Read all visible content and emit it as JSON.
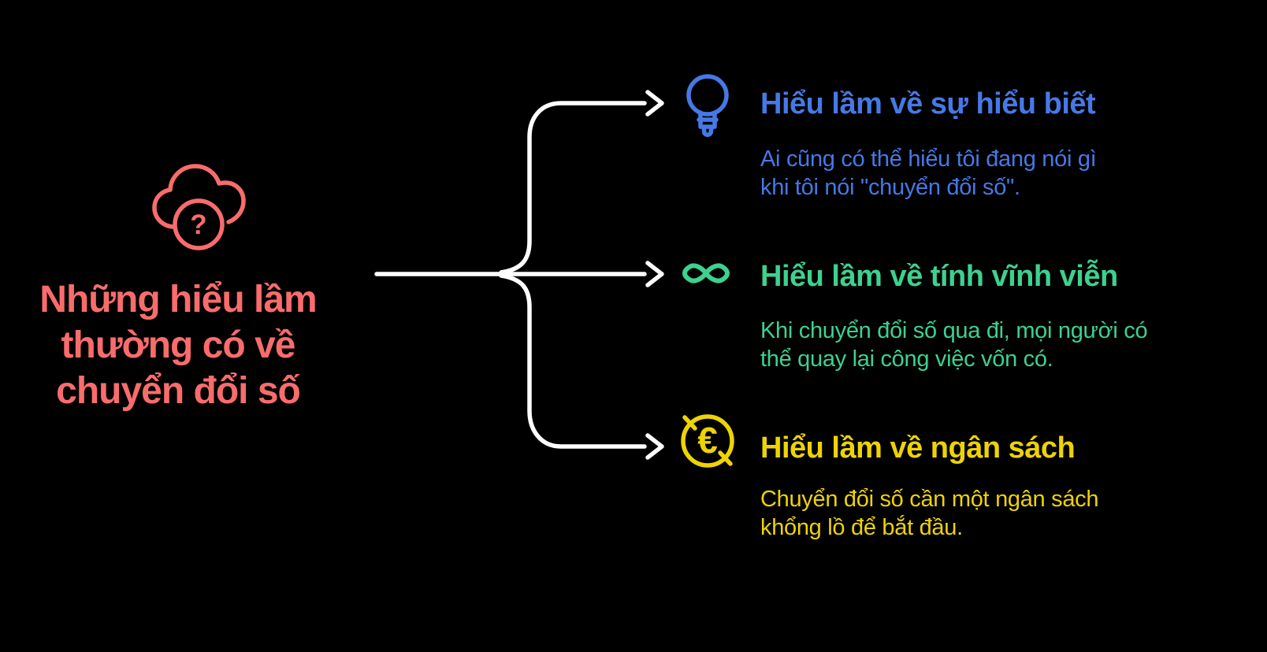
{
  "diagram": {
    "type": "mind-map",
    "background_color": "#000000",
    "connector_color": "#FFFFFF",
    "center": {
      "icon": "cloud-question-icon",
      "question_mark": "?",
      "color": "#F96C6C",
      "title_lines": [
        "Những hiểu lầm",
        "thường có về",
        "chuyển đổi số"
      ]
    },
    "branches": [
      {
        "icon": "lightbulb-icon",
        "color": "#4679E6",
        "heading": "Hiểu lầm về sự hiểu biết",
        "description_lines": [
          "Ai cũng có thể hiểu tôi đang nói gì",
          "khi tôi nói \"chuyển đổi số\"."
        ]
      },
      {
        "icon": "infinity-icon",
        "color": "#3DD190",
        "heading": "Hiểu lầm về tính vĩnh viễn",
        "description_lines": [
          "Khi chuyển đổi số qua đi, mọi người có",
          "thể quay lại công việc vốn có."
        ]
      },
      {
        "icon": "euro-coin-icon",
        "color": "#EED304",
        "currency_symbol": "€",
        "heading": "Hiểu lầm về ngân sách",
        "description_lines": [
          "Chuyển đổi số cần một ngân sách",
          "khổng lồ để bắt đầu."
        ]
      }
    ]
  }
}
